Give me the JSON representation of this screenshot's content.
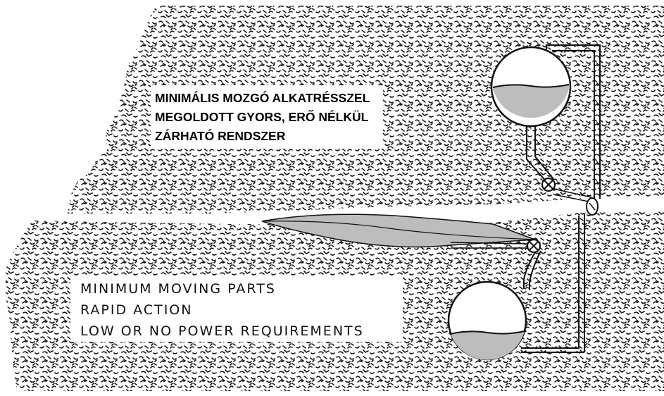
{
  "caption_hu": {
    "line1": "MINIMÁLIS MOZGÓ ALKATRÉSSZEL",
    "line2": "MEGOLDOTT GYORS, ERŐ NÉLKÜL",
    "line3": "ZÁRHATÓ RENDSZER"
  },
  "caption_en": {
    "line1": "MINIMUM MOVING PARTS",
    "line2": "RAPID ACTION",
    "line3": "LOW OR NO POWER REQUIREMENTS"
  },
  "colors": {
    "rock_texture": "#1a1a1a",
    "fluid_fill": "#bdbdbd",
    "line": "#111111",
    "background": "#ffffff"
  }
}
